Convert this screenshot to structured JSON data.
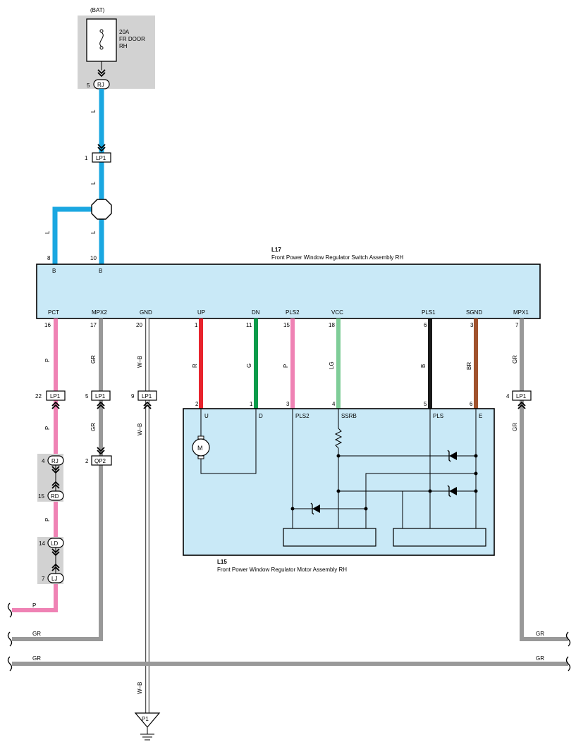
{
  "fuse_box": {
    "supply": "(BAT)",
    "rating": "20A",
    "name_line1": "FR DOOR",
    "name_line2": "RH",
    "connector_pin": "5",
    "connector": "RJ"
  },
  "switch_assembly": {
    "id": "L17",
    "title": "Front Power Window Regulator Switch Assembly RH",
    "top_pins": [
      {
        "label": "B",
        "number": "8"
      },
      {
        "label": "B",
        "number": "10"
      }
    ],
    "bottom_pins": [
      {
        "label": "PCT",
        "number": "16"
      },
      {
        "label": "MPX2",
        "number": "17"
      },
      {
        "label": "GND",
        "number": "20"
      },
      {
        "label": "UP",
        "number": "1"
      },
      {
        "label": "DN",
        "number": "11"
      },
      {
        "label": "PLS2",
        "number": "15"
      },
      {
        "label": "VCC",
        "number": "18"
      },
      {
        "label": "PLS1",
        "number": "6"
      },
      {
        "label": "SGND",
        "number": "3"
      },
      {
        "label": "MPX1",
        "number": "7"
      }
    ]
  },
  "motor_assembly": {
    "id": "L15",
    "title": "Front Power Window Regulator Motor Assembly RH",
    "motor_symbol": "M",
    "pins": [
      {
        "label": "U",
        "number": "2"
      },
      {
        "label": "D",
        "number": "1"
      },
      {
        "label": "PLS2",
        "number": "3"
      },
      {
        "label": "SSRB",
        "number": "4"
      },
      {
        "label": "PLS",
        "number": "5"
      },
      {
        "label": "E",
        "number": "6"
      }
    ]
  },
  "connectors": {
    "lp1_top": {
      "pin": "1",
      "name": "LP1"
    },
    "lp1_pct": {
      "pin": "22",
      "name": "LP1"
    },
    "lp1_mpx2": {
      "pin": "5",
      "name": "LP1"
    },
    "lp1_gnd": {
      "pin": "9",
      "name": "LP1"
    },
    "lp1_mpx1": {
      "pin": "4",
      "name": "LP1"
    },
    "qp2": {
      "pin": "2",
      "name": "QP2"
    },
    "rj": {
      "pin": "4",
      "name": "RJ"
    },
    "rd": {
      "pin": "15",
      "name": "RD"
    },
    "ld": {
      "pin": "14",
      "name": "LD"
    },
    "lj": {
      "pin": "7",
      "name": "LJ"
    }
  },
  "ground": {
    "name": "P1"
  },
  "wire_labels": {
    "l": "L",
    "p": "P",
    "gr": "GR",
    "wb": "W–B",
    "r": "R",
    "g": "G",
    "lg": "LG",
    "b": "B",
    "br": "BR"
  },
  "colors": {
    "L": "#1aa7e1",
    "P": "#ef82b4",
    "GR": "#999999",
    "R": "#e8232d",
    "G": "#0a9b4a",
    "LG": "#7fcd98",
    "B": "#1a1a1a",
    "BR": "#a0522d",
    "box_fill": "#c9e9f7",
    "shade": "#d2d2d2"
  }
}
